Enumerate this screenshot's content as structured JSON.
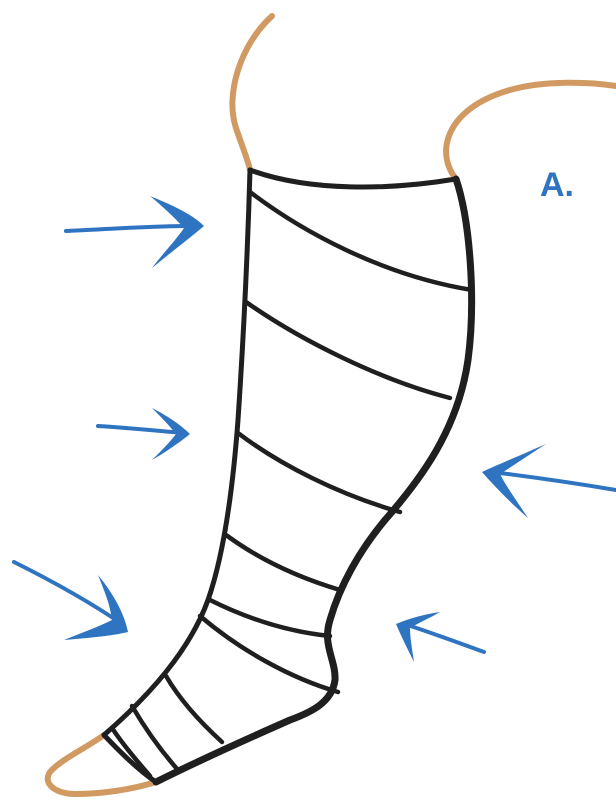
{
  "figure": {
    "label": "A.",
    "label_color": "#2f74c0"
  },
  "colors": {
    "skin_outline": "#d09a62",
    "bandage_outline": "#1f1f1f",
    "arrow": "#2f74c0",
    "background": "#ffffff"
  },
  "illustration": {
    "subject": "leg-with-compression-bandage",
    "band_count": 10,
    "arrow_count": 5,
    "arrow_direction": "inward-pressure"
  }
}
